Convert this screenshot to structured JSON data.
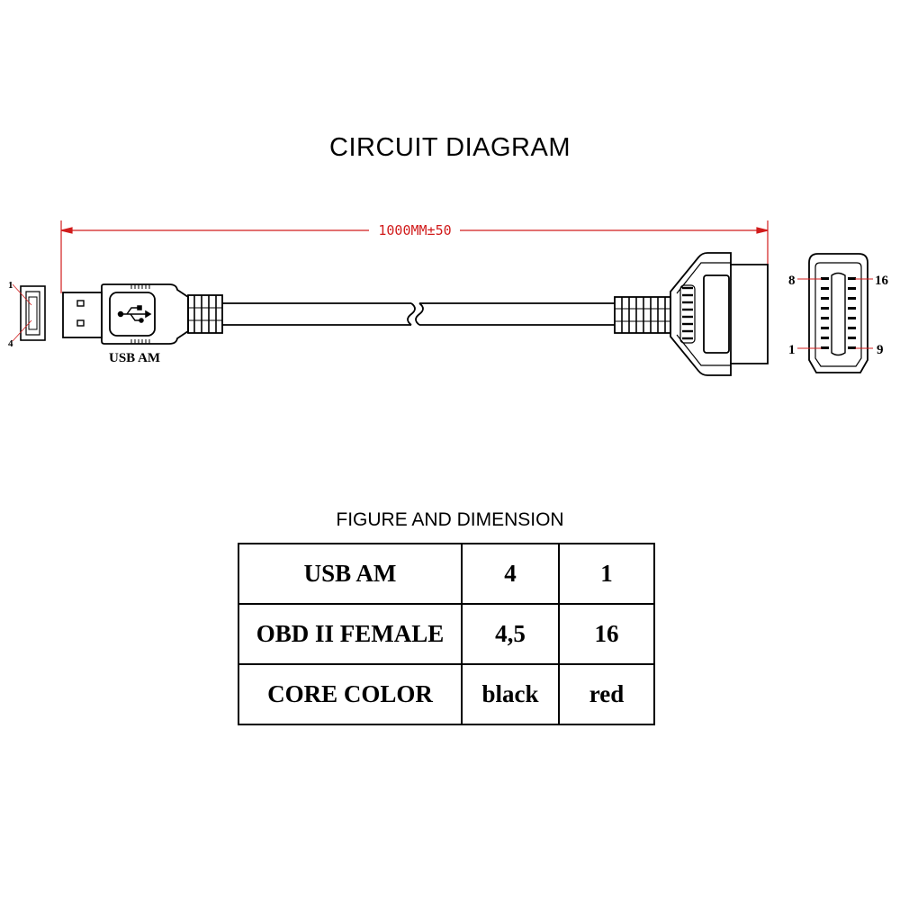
{
  "title": "CIRCUIT DIAGRAM",
  "dimension": "1000MM±50",
  "usb_label": "USB AM",
  "usb_pins": {
    "top": "1",
    "bottom": "4"
  },
  "obd_pins": {
    "top_left": "8",
    "top_right": "16",
    "bottom_left": "1",
    "bottom_right": "9"
  },
  "table_title": "FIGURE AND DIMENSION",
  "table": {
    "rows": [
      {
        "label": "USB AM",
        "a": "4",
        "b": "1"
      },
      {
        "label": "OBD II FEMALE",
        "a": "4,5",
        "b": "16"
      },
      {
        "label": "CORE COLOR",
        "a": "black",
        "b": "red"
      }
    ]
  },
  "colors": {
    "dimension": "#d11c1c",
    "lines": "#000000"
  }
}
